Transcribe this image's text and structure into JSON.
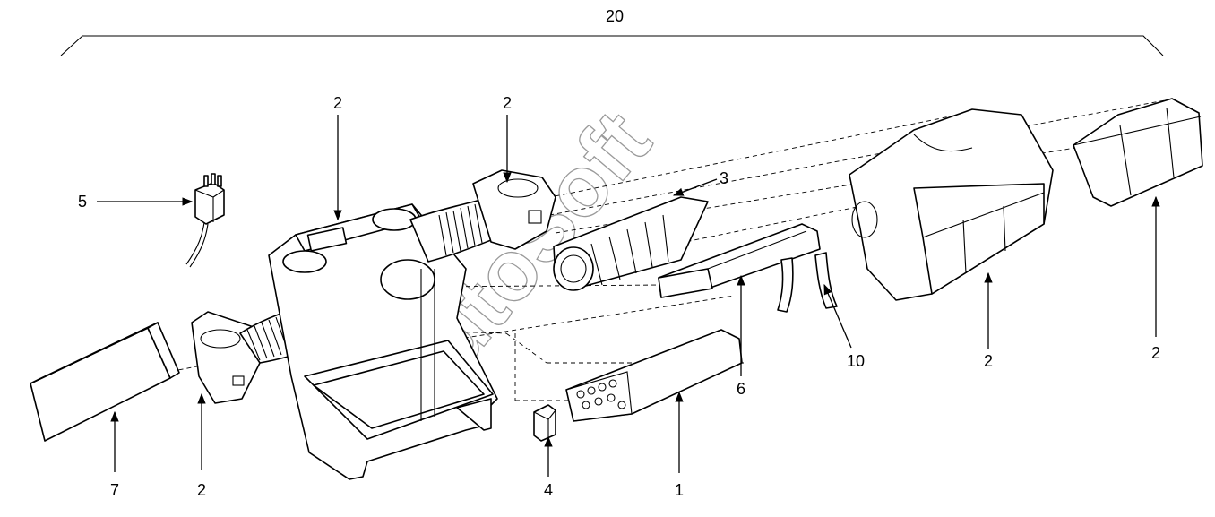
{
  "watermark": "AutoSoft",
  "callouts": {
    "assembly": "20",
    "c1": "1",
    "c2a": "2",
    "c2b": "2",
    "c2c": "2",
    "c2d": "2",
    "c2e": "2",
    "c3": "3",
    "c4": "4",
    "c5": "5",
    "c6": "6",
    "c7": "7",
    "c10": "10"
  }
}
